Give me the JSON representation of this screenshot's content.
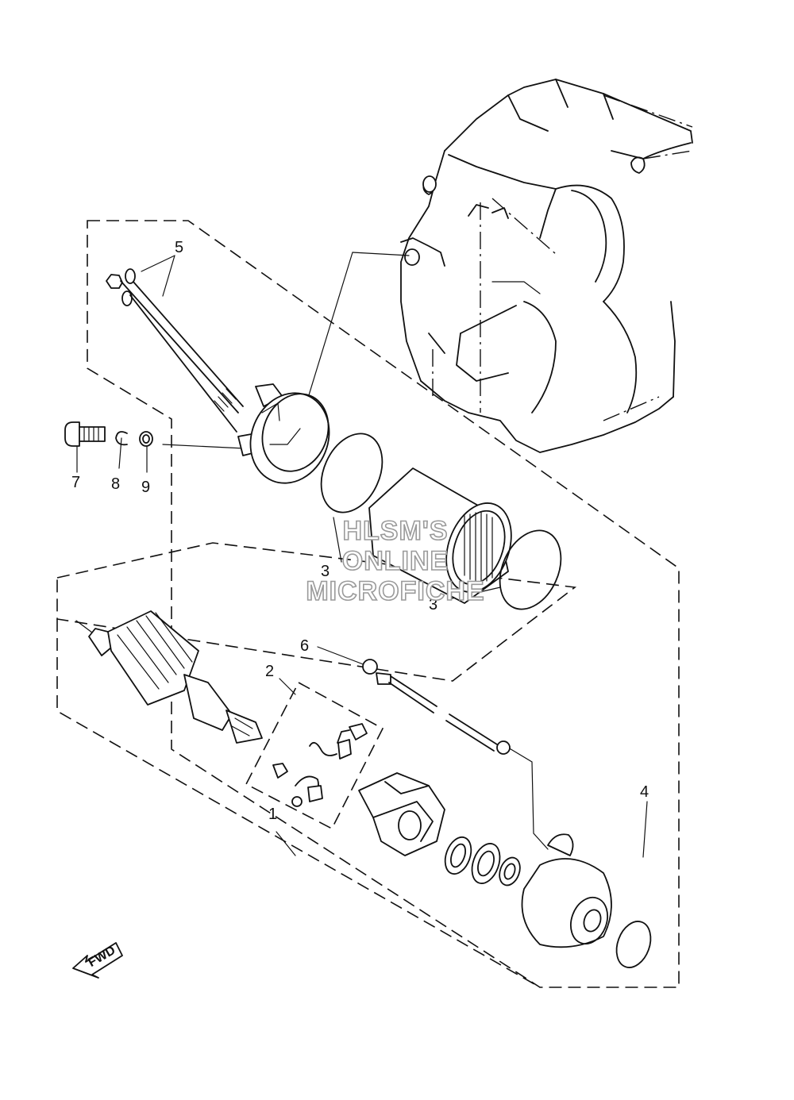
{
  "watermark": {
    "line1": "HLSM'S",
    "line2": "ONLINE",
    "line3": "MICROFICHE"
  },
  "direction_label": "FWD",
  "callouts": {
    "c1": "1",
    "c2": "2",
    "c3a": "3",
    "c3b": "3",
    "c4": "4",
    "c5": "5",
    "c6": "6",
    "c7": "7",
    "c8": "8",
    "c9": "9"
  },
  "colors": {
    "line": "#111111",
    "watermark_outline": "#9a9a9a",
    "background": "#ffffff"
  }
}
